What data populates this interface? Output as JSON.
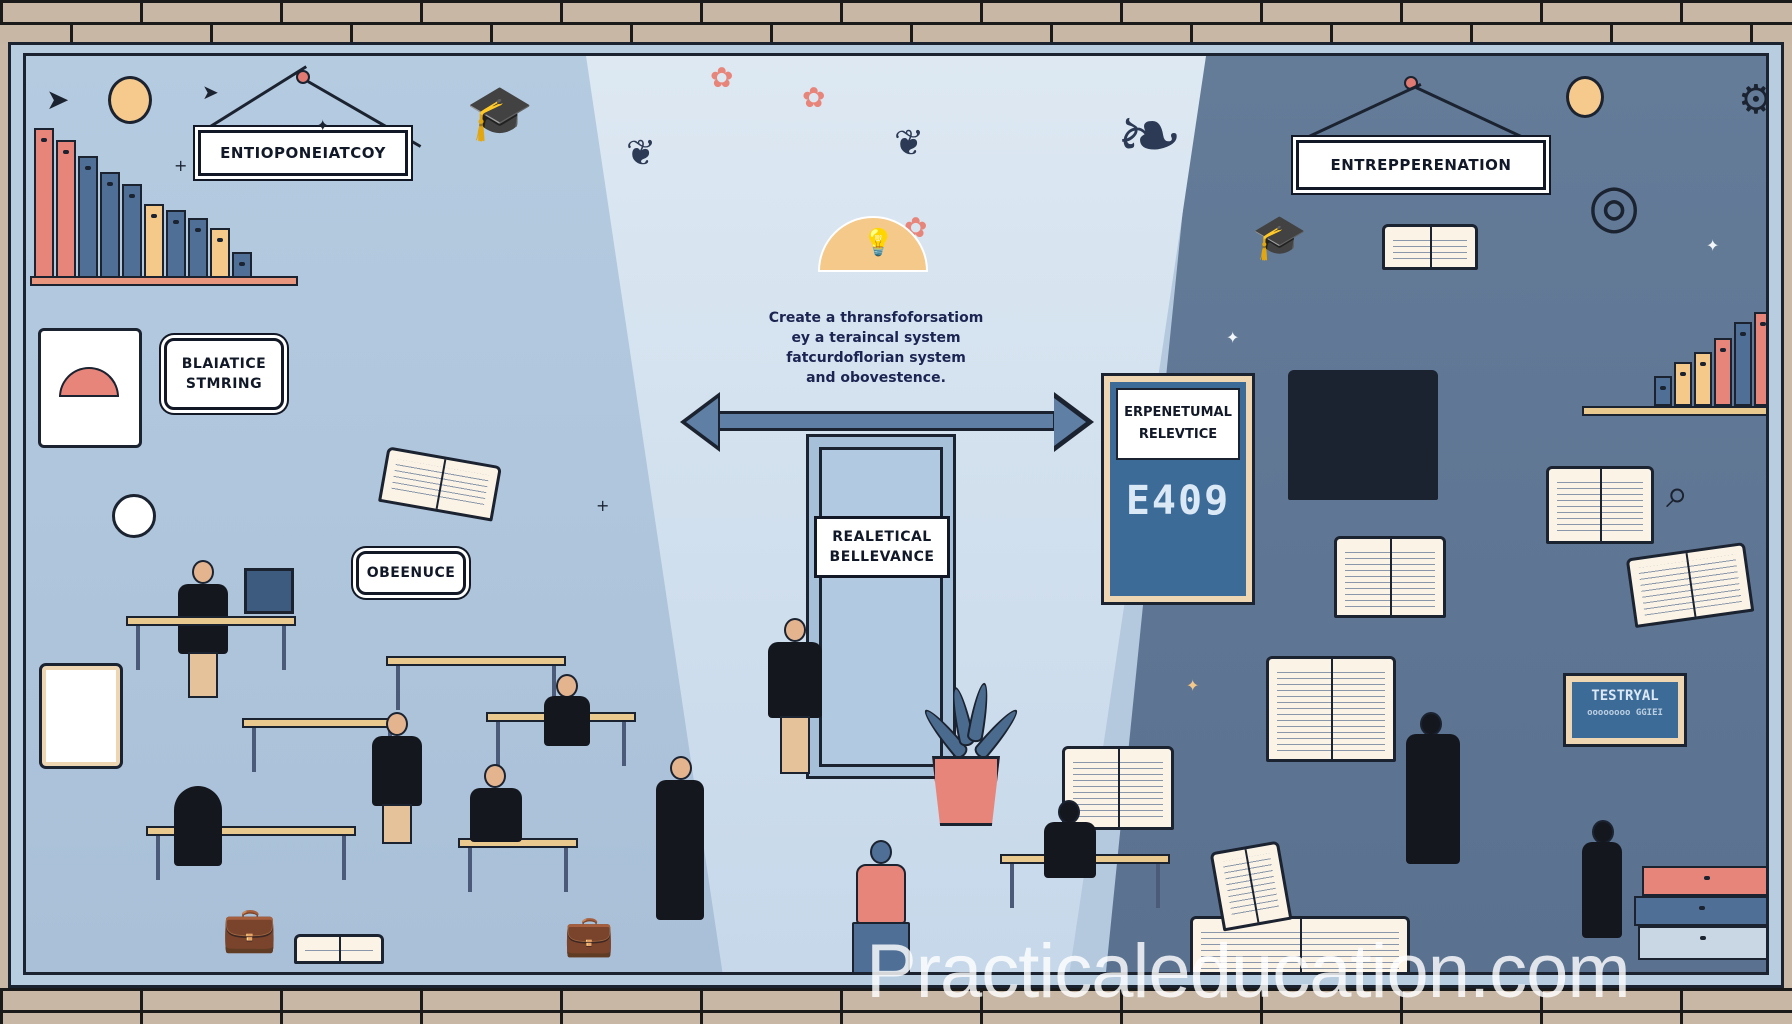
{
  "poster": {
    "left_sign_top": "ENTIOPONEIATCOY",
    "left_sign_mid": "BLAIATICE STMRING",
    "left_speech_bubble": "OBEENUCE",
    "center_caption": "Create a thransfoforsatiom ey a teraincal system fatcurdoflorian system and obovestence.",
    "center_caption_lines": [
      "Create a thransfoforsatiom",
      "ey a teraincal system",
      "fatcurdoflorian system",
      "and obovestence."
    ],
    "center_door_sign": "REALETICAL BELLEVANCE",
    "center_door_sign_lines": [
      "REALETICAL",
      "BELLEVANCE"
    ],
    "right_sign_top": "ENTREPPERENATION",
    "right_board_sign_lines": [
      "ERPENETUMAL",
      "RELEVTICE"
    ],
    "right_chalkboard_text": "E409",
    "right_small_board_title": "TESTRYAL",
    "right_small_board_sub": "oooooooo  GGIEI"
  },
  "watermark": "Practicaleducation.com",
  "colors": {
    "brick": "#c8b7a5",
    "left_panel": "#b5cbe0",
    "center_panel": "#dde8f2",
    "right_panel": "#647c98",
    "outline": "#1b2230",
    "accent_coral": "#e8857a",
    "accent_tan": "#f4c98a",
    "accent_blue": "#4f6f96",
    "caption_text": "#1c2451"
  },
  "icons": [
    "paper-plane-icon",
    "light-bulb-icon",
    "graduation-cap-icon",
    "bookshelf-icon",
    "open-book-icon",
    "clock-icon",
    "laptop-icon",
    "easel-icon",
    "plant-icon",
    "briefcase-icon",
    "sunrise-icon",
    "double-arrow-icon",
    "door-icon",
    "magnifier-icon",
    "gear-icon",
    "pencil-icon",
    "rose-vine-icon"
  ]
}
